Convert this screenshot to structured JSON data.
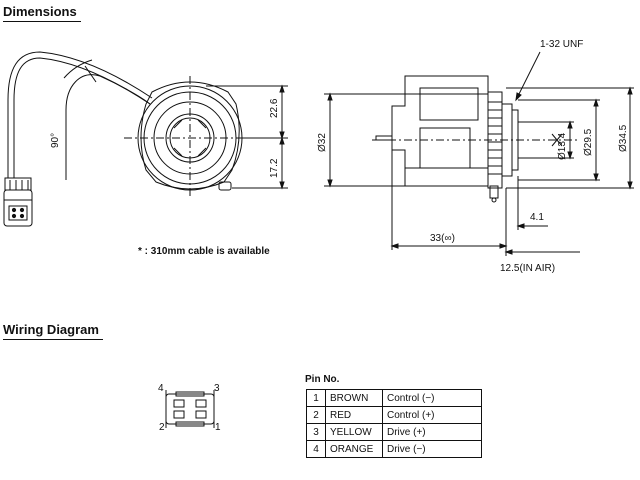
{
  "sections": {
    "dimensions_title": "Dimensions",
    "wiring_title": "Wiring Diagram"
  },
  "dimensions": {
    "front_view": {
      "angle_label": "90°",
      "upper_height": "22.6",
      "lower_height": "17.2"
    },
    "side_view": {
      "thread_label": "1-32 UNF",
      "body_diameter": "Ø32",
      "inner_diameter_1": "Ø13.4",
      "inner_diameter_2": "Ø29.5",
      "outer_diameter": "Ø34.5",
      "flange_offset": "4.1",
      "length": "33(∞)",
      "back_focus": "12.5(IN AIR)"
    },
    "cable_note": "* : 310mm cable is available"
  },
  "wiring": {
    "pin_labels": [
      "4",
      "3",
      "2",
      "1"
    ],
    "pin_table_title": "Pin No.",
    "pins": [
      {
        "num": "1",
        "color": "BROWN",
        "function": "Control (−)"
      },
      {
        "num": "2",
        "color": "RED",
        "function": "Control (+)"
      },
      {
        "num": "3",
        "color": "YELLOW",
        "function": "Drive (+)"
      },
      {
        "num": "4",
        "color": "ORANGE",
        "function": "Drive (−)"
      }
    ]
  }
}
